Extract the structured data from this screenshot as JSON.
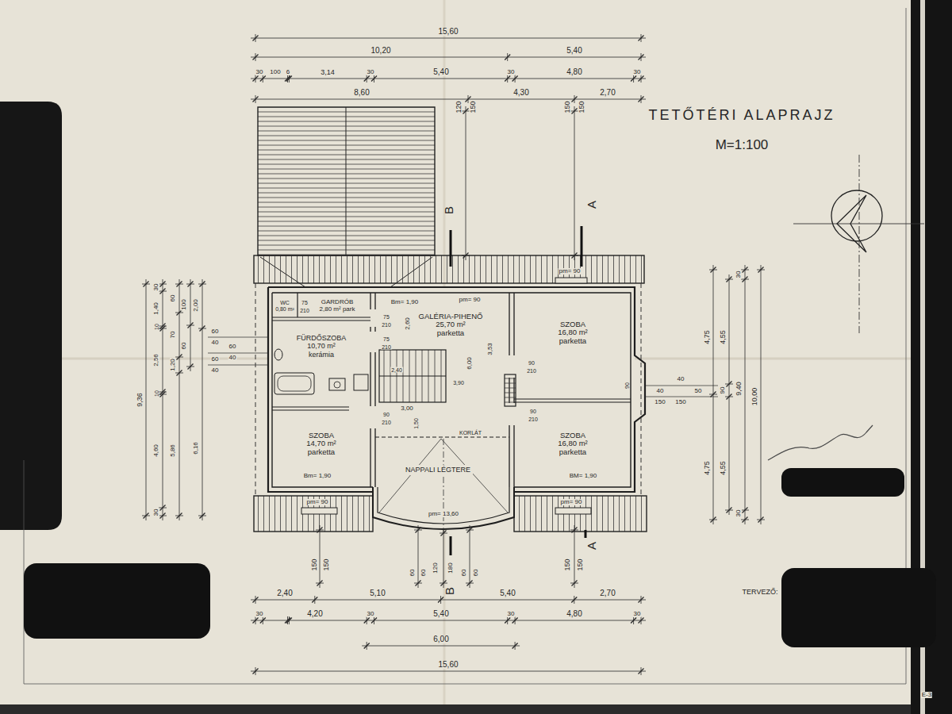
{
  "diagram": {
    "title": "TETŐTÉRI ALAPRAJZ",
    "nodes": [
      {
        "text": [
          "WC",
          "0,80 m²"
        ]
      },
      {
        "text": [
          "GARDRÓB",
          "2,80 m² park"
        ]
      },
      {
        "text": [
          "FÜRDŐSZOBA",
          "10,70 m²",
          "kerámia"
        ]
      },
      {
        "text": [
          "GALÉRIA-PIHENŐ",
          "25,70 m²",
          "parketta"
        ]
      },
      {
        "text": [
          "SZOBA",
          "16,80 m²",
          "parketta"
        ]
      },
      {
        "text": [
          "SZOBA",
          "14,70 m²",
          "parketta"
        ]
      },
      {
        "text": [
          "SZOBA",
          "16,80 m²",
          "parketta"
        ]
      },
      {
        "text": [
          "NAPPALI LÉGTERE"
        ]
      }
    ],
    "labels": [
      "M=1:100",
      "15,60",
      "10,20",
      "5,40",
      "30",
      "100",
      "6",
      "3,14",
      "30",
      "5,40",
      "30",
      "4,80",
      "30",
      "8,60",
      "4,30",
      "2,70",
      "120",
      "150",
      "150",
      "150",
      "B",
      "A",
      "9,36",
      "30",
      "1,40",
      "10",
      "2,56",
      "10",
      "4,60",
      "30",
      "60",
      "70",
      "1,20",
      "5,86",
      "100",
      "60",
      "2,00",
      "6,16",
      "60",
      "40",
      "60",
      "40",
      "60",
      "40",
      "4,75",
      "4,55",
      "30",
      "9,40",
      "10,00",
      "90",
      "4,75",
      "4,55",
      "30",
      "40",
      "50",
      "150",
      "40",
      "150",
      "90",
      "pm= 90",
      "Bm= 1,90",
      "pm= 90",
      "75",
      "210",
      "75",
      "210",
      "75",
      "210",
      "2,60",
      "6,00",
      "3,53",
      "2,40",
      "3,90",
      "3,00",
      "1,50",
      "90",
      "210",
      "90",
      "210",
      "90",
      "210",
      "KORLÁT",
      "Bm= 1,90",
      "BM= 1,90",
      "pm= 90",
      "pm= 90",
      "pm= 13,60",
      "150",
      "150",
      "60",
      "60",
      "120",
      "180",
      "60",
      "60",
      "150",
      "150",
      "B",
      "A",
      "2,40",
      "5,10",
      "5,40",
      "2,70",
      "30",
      "4,20",
      "30",
      "5,40",
      "30",
      "4,80",
      "30",
      "6,00",
      "15,60",
      "TERVEZŐ:",
      "E-3"
    ]
  }
}
